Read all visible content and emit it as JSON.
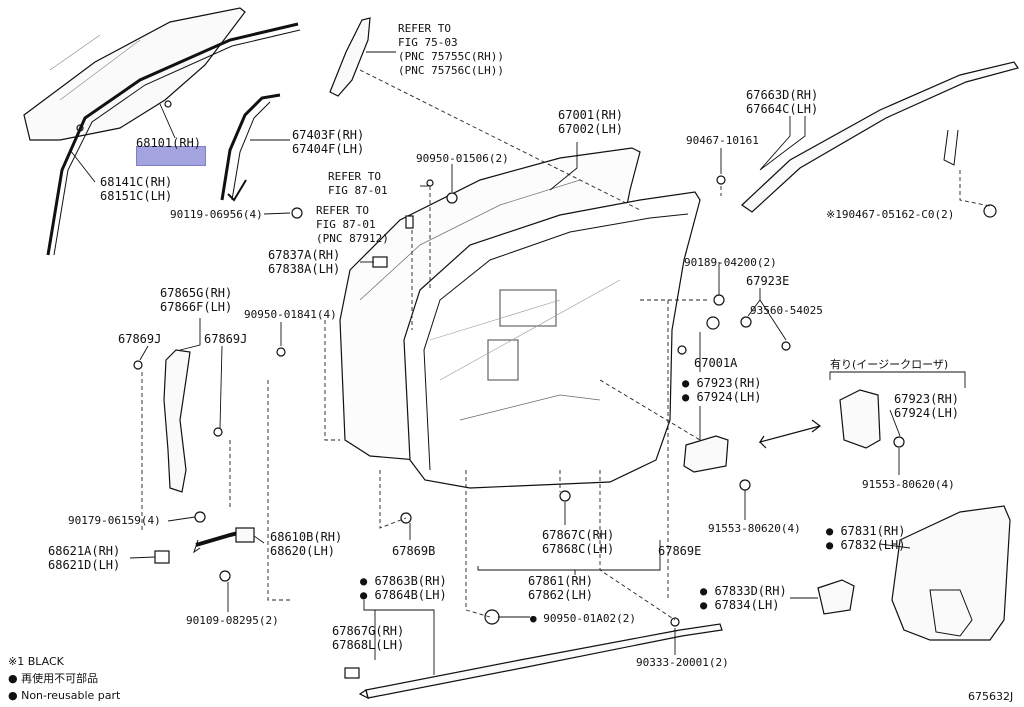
{
  "highlight_part": "68101(RH)",
  "accent_color": "#a3a3e0",
  "callouts": {
    "p68101": [
      "68101(RH)"
    ],
    "p68141": [
      "68141C(RH)",
      "68151C(LH)"
    ],
    "p90119": [
      "90119-06956(4)"
    ],
    "p67403": [
      "67403F(RH)",
      "67404F(LH)"
    ],
    "ref7503": [
      "REFER TO",
      "FIG 75-03",
      "(PNC 75755C(RH))",
      "(PNC 75756C(LH))"
    ],
    "p90950_01506": [
      "90950-01506(2)"
    ],
    "ref8701a": [
      "REFER TO",
      "FIG 87-01"
    ],
    "ref8701b": [
      "REFER TO",
      "FIG 87-01",
      "(PNC 87912)"
    ],
    "p67001": [
      "67001(RH)",
      "67002(LH)"
    ],
    "p67663": [
      "67663D(RH)",
      "67664C(LH)"
    ],
    "p90467_10161": [
      "90467-10161"
    ],
    "p190467": [
      "※190467-05162-C0(2)"
    ],
    "p67837": [
      "67837A(RH)",
      "67838A(LH)"
    ],
    "p67865": [
      "67865G(RH)",
      "67866F(LH)"
    ],
    "p67869j_l": [
      "67869J"
    ],
    "p67869j_r": [
      "67869J"
    ],
    "p90950_01841": [
      "90950-01841(4)"
    ],
    "p90189": [
      "90189-04200(2)"
    ],
    "p67923e": [
      "67923E"
    ],
    "p93560": [
      "93560-54025"
    ],
    "p67001a": [
      "67001A"
    ],
    "p67923b": [
      "● 67923(RH)",
      "● 67924(LH)"
    ],
    "easy": [
      "有り(イージークローザ)"
    ],
    "p67923c": [
      "67923(RH)",
      "67924(LH)"
    ],
    "p91553_a": [
      "91553-80620(4)"
    ],
    "p91553_b": [
      "91553-80620(4)"
    ],
    "p90179": [
      "90179-06159(4)"
    ],
    "p68621": [
      "68621A(RH)",
      "68621D(LH)"
    ],
    "p68610": [
      "68610B(RH)",
      "68620(LH)"
    ],
    "p90109": [
      "90109-08295(2)"
    ],
    "p67869b": [
      "67869B"
    ],
    "p67867c": [
      "67867C(RH)",
      "67868C(LH)"
    ],
    "p67869e": [
      "67869E"
    ],
    "p67861": [
      "67861(RH)",
      "67862(LH)"
    ],
    "p67863": [
      "● 67863B(RH)",
      "● 67864B(LH)"
    ],
    "p67867g": [
      "67867G(RH)",
      "67868L(LH)"
    ],
    "p90950_01a02": [
      "● 90950-01A02(2)"
    ],
    "p90333": [
      "90333-20001(2)"
    ],
    "p67833": [
      "● 67833D(RH)",
      "● 67834(LH)"
    ],
    "p67831": [
      "● 67831(RH)",
      "● 67832(LH)"
    ]
  },
  "legend": {
    "black": "※1 BLACK",
    "no_reuse_jp": "● 再使用不可部品",
    "no_reuse_en": "● Non-reusable part"
  },
  "figure_id": "675632J"
}
